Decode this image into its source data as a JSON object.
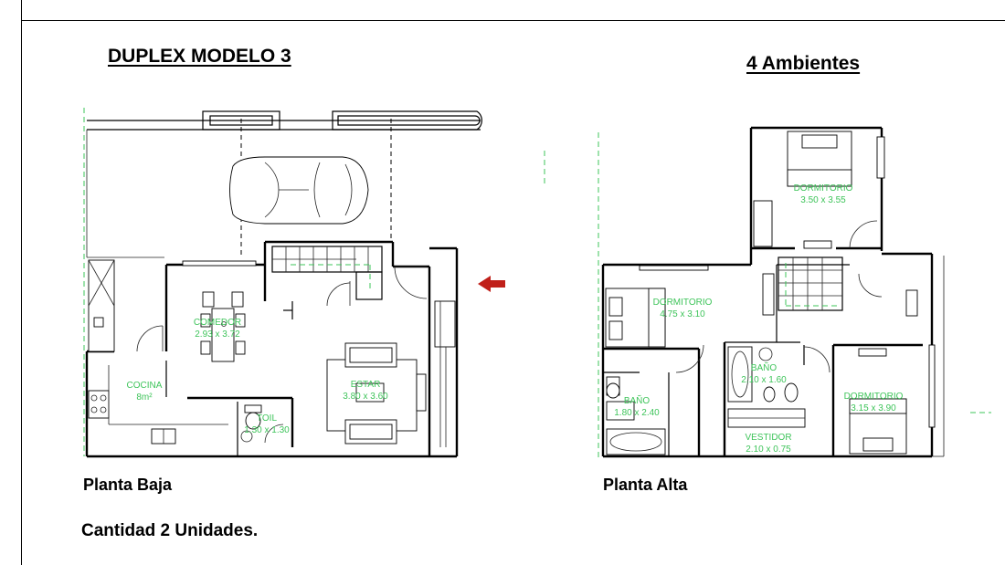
{
  "title": "DUPLEX MODELO 3",
  "subtitle": "4 Ambientes",
  "captions": {
    "planta_baja": "Planta Baja",
    "planta_alta": "Planta Alta",
    "cantidad": "Cantidad 2 Unidades."
  },
  "planta_baja_rooms": {
    "comedor_name": "COMEDOR",
    "comedor_size": "2.93 x 3.72",
    "cocina_name": "COCINA",
    "cocina_size": "8m²",
    "estar_name": "ESTAR",
    "estar_size": "3.80 x 3.60",
    "toil_name": "TOIL",
    "toil_size": "1.30 x 1.30"
  },
  "planta_alta_rooms": {
    "dorm1_name": "DORMITORIO",
    "dorm1_size": "3.50 x 3.55",
    "dorm2_name": "DORMITORIO",
    "dorm2_size": "4.75 x 3.10",
    "bano1_name": "BAÑO",
    "bano1_size": "2.10 x 1.60",
    "bano2_name": "BAÑO",
    "bano2_size": "1.80 x 2.40",
    "dorm3_name": "DORMITORIO",
    "dorm3_size": "3.15 x 3.90",
    "vestidor_name": "VESTIDOR",
    "vestidor_size": "2.10 x 0.75"
  },
  "colors": {
    "walls": "#000000",
    "room_labels": "#3ec45a",
    "entry_arrow": "#c0201a"
  }
}
